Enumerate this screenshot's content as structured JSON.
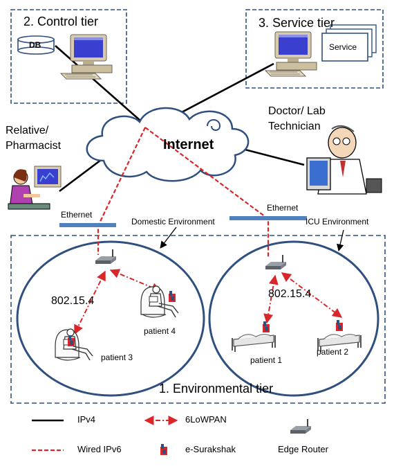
{
  "control_tier": {
    "title": "2. Control tier",
    "db_label": "DB"
  },
  "service_tier": {
    "title": "3. Service tier",
    "service_label": "Service"
  },
  "internet_label": "Internet",
  "relative_label": {
    "line1": "Relative/",
    "line2": "Pharmacist"
  },
  "doctor_label": {
    "line1": "Doctor/ Lab",
    "line2": "Technician"
  },
  "ethernet_labels": [
    "Ethernet",
    "Ethernet"
  ],
  "environments": {
    "domestic": "Domestic Environment",
    "icu": "ICU Environment"
  },
  "standards": [
    "802.15.4",
    "802.15.4"
  ],
  "patients": [
    "patient 4",
    "patient 3",
    "patient 1",
    "patient 2"
  ],
  "environmental_tier_title": "1. Environmental tier",
  "legend": {
    "ipv4": "IPv4",
    "wired_ipv6": "Wired IPv6",
    "lowpan": "6LoWPAN",
    "device": "e-Surakshak",
    "edge_router": "Edge Router"
  },
  "colors": {
    "tier_border": "#2f4f7f",
    "ellipse_border": "#2f4f7f",
    "ethernet_bar": "#4f81bd",
    "ipv6": "#d9262b",
    "ipv4": "#000000",
    "screen": "#3a3fd0"
  }
}
